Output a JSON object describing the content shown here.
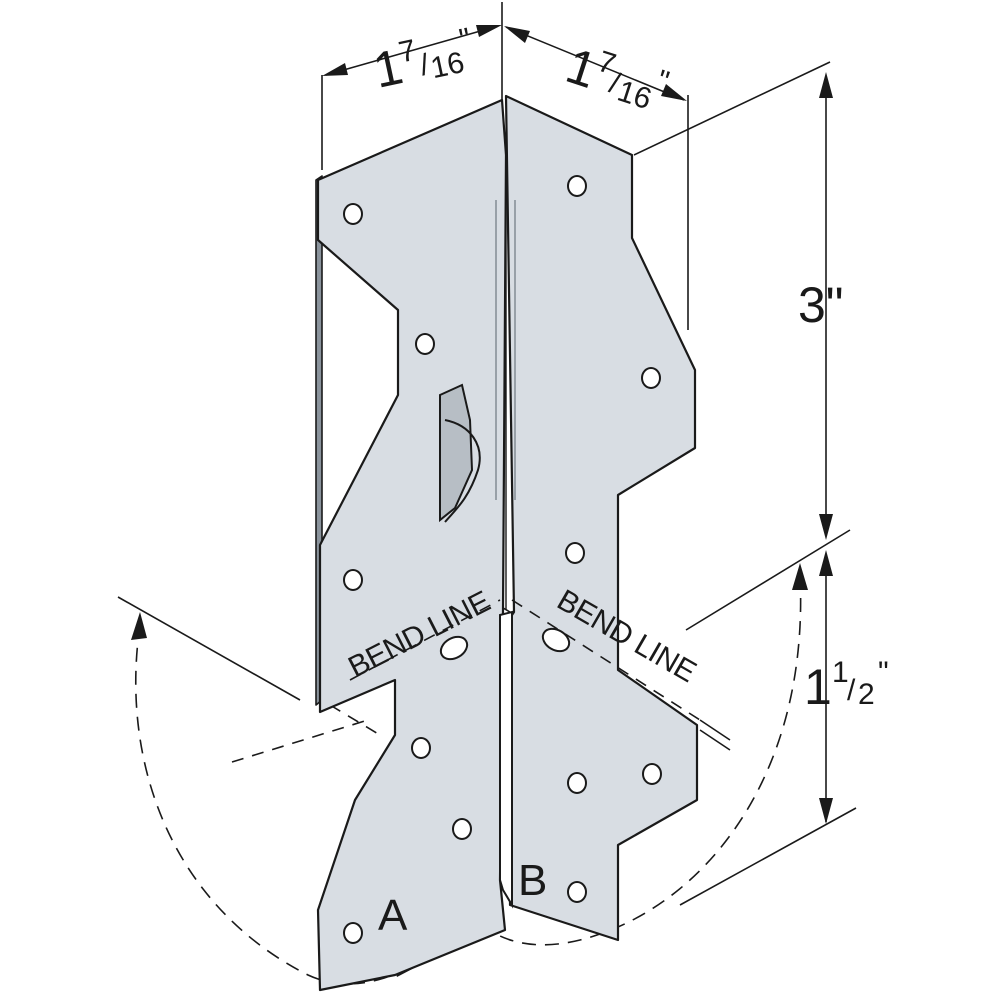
{
  "dimensions": {
    "top_left_width": {
      "whole": "1",
      "num": "7",
      "den": "16",
      "unit": "\""
    },
    "top_right_width": {
      "whole": "1",
      "num": "7",
      "den": "16",
      "unit": "\""
    },
    "upper_height": "3\"",
    "lower_height": {
      "whole": "1",
      "num": "1",
      "den": "2",
      "unit": "\""
    }
  },
  "labels": {
    "bend_line_left": "BEND LINE",
    "bend_line_right": "BEND LINE",
    "flange_a": "A",
    "flange_b": "B"
  },
  "colors": {
    "metal": "#d8dde3",
    "edge": "#8a939c",
    "line": "#1a1a1a"
  }
}
